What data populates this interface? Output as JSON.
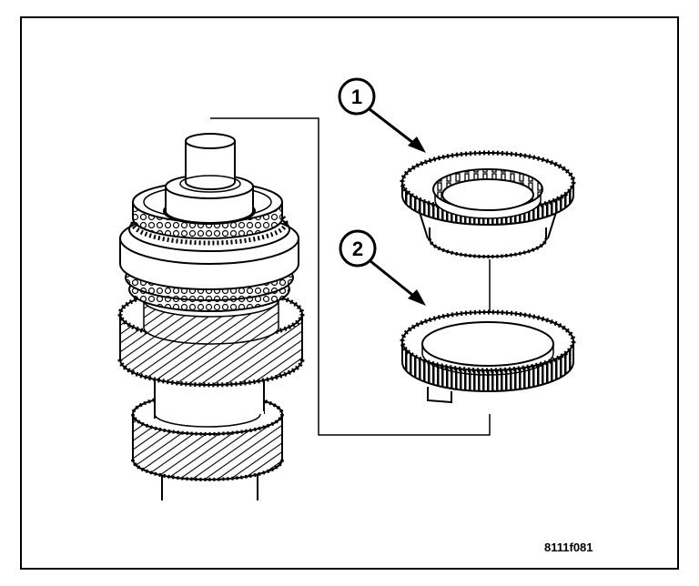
{
  "callouts": [
    {
      "label": "1"
    },
    {
      "label": "2"
    }
  ],
  "figure_id": "8111f081",
  "colors": {
    "line": "#000000",
    "background": "#ffffff"
  }
}
